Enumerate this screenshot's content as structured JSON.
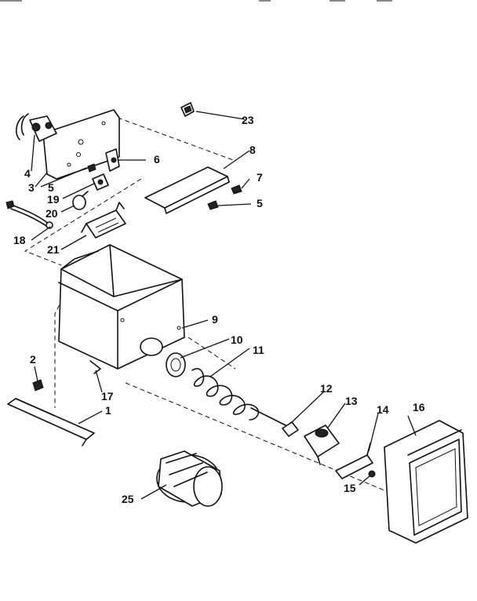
{
  "labels": {
    "p1": "1",
    "p2": "2",
    "p3": "3",
    "p4": "4",
    "p5a": "5",
    "p5b": "5",
    "p6": "6",
    "p7": "7",
    "p8": "8",
    "p9": "9",
    "p10": "10",
    "p11": "11",
    "p12": "12",
    "p13": "13",
    "p14": "14",
    "p15": "15",
    "p16": "16",
    "p17": "17",
    "p18": "18",
    "p19": "19",
    "p20": "20",
    "p21": "21",
    "p23": "23",
    "p25": "25"
  }
}
